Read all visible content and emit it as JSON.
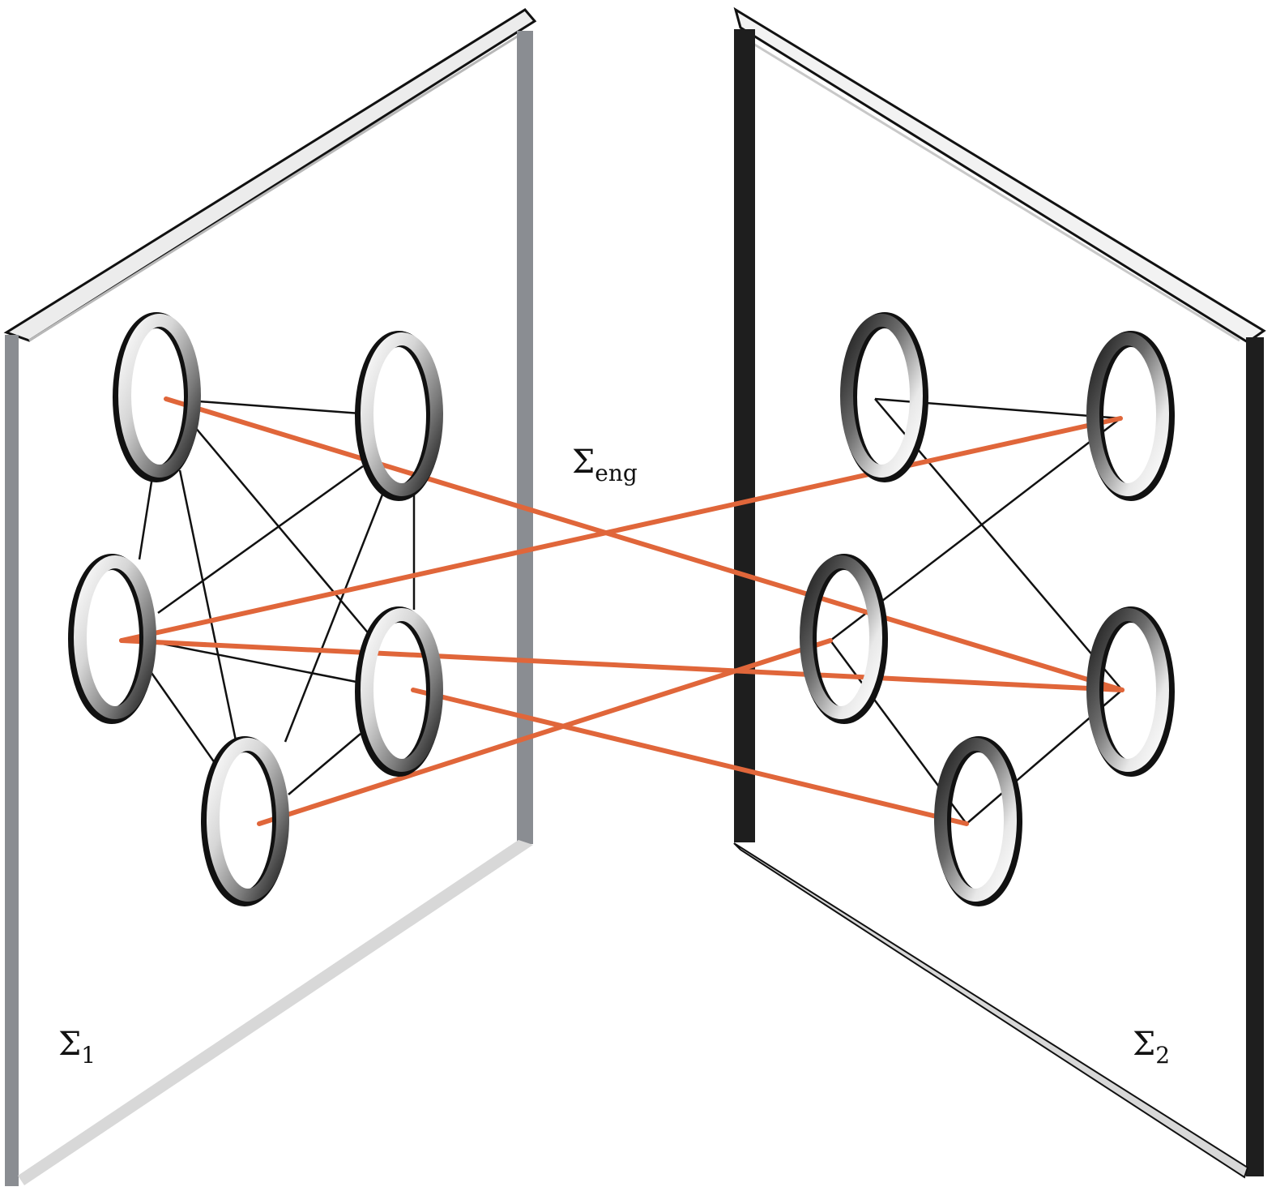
{
  "labels": {
    "sigma1": {
      "symbol": "Σ",
      "subscript": "1"
    },
    "sigma2": {
      "symbol": "Σ",
      "subscript": "2"
    },
    "sigma_eng": {
      "symbol": "Σ",
      "subscript": "eng"
    }
  },
  "layers": {
    "left": {
      "nodes": [
        "L1",
        "L2",
        "L3",
        "L4",
        "L5"
      ],
      "edges": [
        [
          "L1",
          "L2"
        ],
        [
          "L1",
          "L3"
        ],
        [
          "L1",
          "L4"
        ],
        [
          "L1",
          "L5"
        ],
        [
          "L2",
          "L3"
        ],
        [
          "L2",
          "L4"
        ],
        [
          "L2",
          "L5"
        ],
        [
          "L3",
          "L4"
        ],
        [
          "L3",
          "L5"
        ],
        [
          "L4",
          "L5"
        ]
      ]
    },
    "right": {
      "nodes": [
        "R1",
        "R2",
        "R3",
        "R4",
        "R5"
      ],
      "edges": [
        [
          "R1",
          "R2"
        ],
        [
          "R1",
          "R4"
        ],
        [
          "R2",
          "R3"
        ],
        [
          "R3",
          "R5"
        ],
        [
          "R5",
          "R4"
        ]
      ]
    }
  },
  "interlayer_edges": [
    [
      "L1",
      "R4"
    ],
    [
      "L3",
      "R2"
    ],
    [
      "L3",
      "R4"
    ],
    [
      "L4",
      "R5"
    ],
    [
      "L5",
      "R3"
    ]
  ],
  "colors": {
    "interlayer_edge": "#e0663a",
    "intralayer_edge": "#111111",
    "left_plane_edge": "#8a8d92",
    "right_plane_edge": "#1e1e1e",
    "plane_rim": "#d8d8d8"
  }
}
